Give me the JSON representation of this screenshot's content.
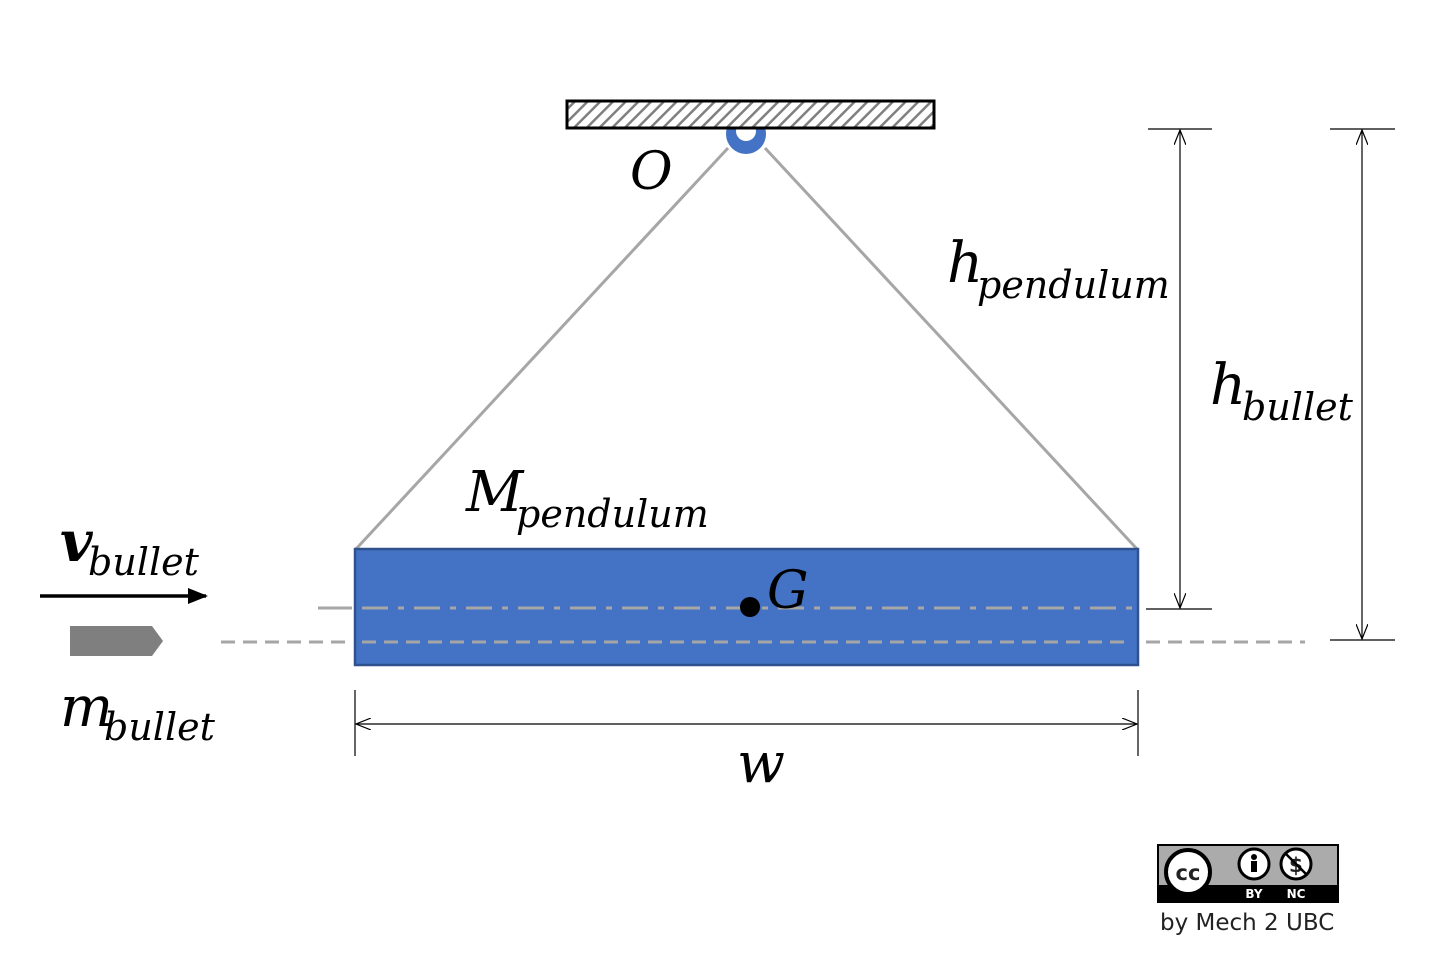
{
  "labels": {
    "pivot": "O",
    "h_pendulum_main": "h",
    "h_pendulum_sub": "pendulum",
    "h_bullet_main": "h",
    "h_bullet_sub": "bullet",
    "M_pendulum_main": "M",
    "M_pendulum_sub": "pendulum",
    "v_bullet_main": "v",
    "v_bullet_sub": "bullet",
    "m_bullet_main": "m",
    "m_bullet_sub": "bullet",
    "center_of_mass": "G",
    "width": "w"
  },
  "license": {
    "cc": "cc",
    "by": "BY",
    "nc": "NC",
    "credit": "by Mech 2 UBC"
  },
  "colors": {
    "block_fill": "#4472c4",
    "block_stroke": "#2f528f",
    "string": "#a6a6a6",
    "bullet": "#7f7f7f",
    "pivot_ring": "#4472c4",
    "ceiling_hatch": "#808080"
  }
}
